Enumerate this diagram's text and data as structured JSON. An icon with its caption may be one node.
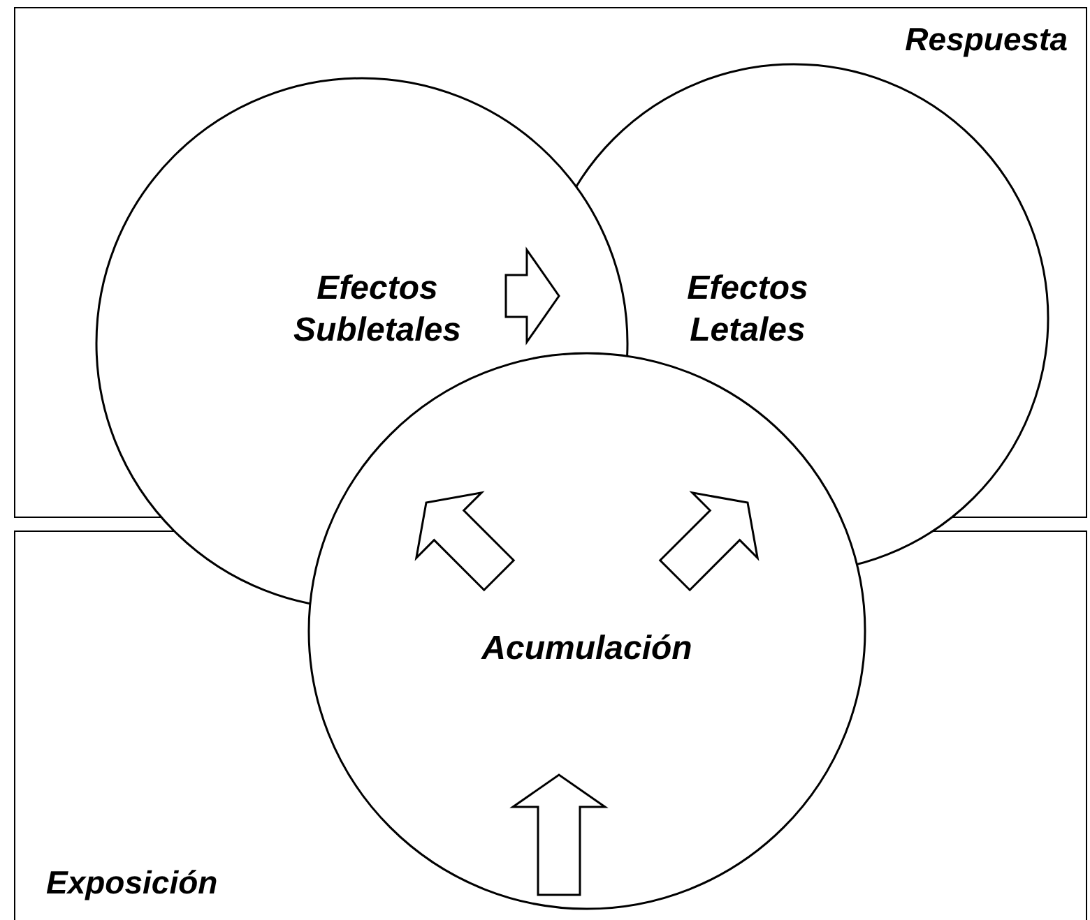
{
  "diagram": {
    "nodes": [
      {
        "text": [
          "Respuesta"
        ]
      },
      {
        "text": [
          "Efectos Subletales"
        ]
      },
      {
        "text": [
          "Efectos Letales"
        ]
      },
      {
        "text": [
          "Acumulación"
        ]
      },
      {
        "text": [
          "Exposición"
        ]
      }
    ],
    "edges": [
      {
        "from": 1,
        "to": 2,
        "arrow": "to"
      },
      {
        "from": 3,
        "to": 1,
        "arrow": "to"
      },
      {
        "from": 3,
        "to": 2,
        "arrow": "to"
      },
      {
        "from": 4,
        "to": 3,
        "arrow": "to"
      }
    ]
  }
}
